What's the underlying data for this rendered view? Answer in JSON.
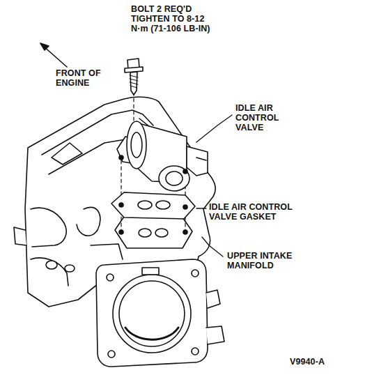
{
  "diagram": {
    "labels": [
      "BOLT 2 REQ'D TIGHTEN TO 8-12 N·m (71-106 LB-IN)",
      "FRONT OF ENGINE",
      "IDLE AIR CONTROL VALVE",
      "IDLE AIR CONTROL VALVE GASKET",
      "UPPER INTAKE MANIFOLD",
      "V9940-A"
    ]
  }
}
